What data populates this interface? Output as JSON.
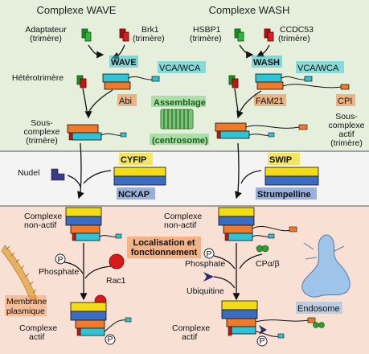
{
  "headers": {
    "wave": "Complexe WAVE",
    "wash": "Complexe WASH"
  },
  "labels": {
    "adaptateur": [
      "Adaptateur",
      "(trimère)"
    ],
    "brk1": [
      "Brk1",
      "(trimère)"
    ],
    "hsbp1": [
      "HSBP1",
      "(trimère)"
    ],
    "ccdc53": [
      "CCDC53",
      "(trimère)"
    ],
    "heterotrimere": "Hétérotrimère",
    "wave": "WAVE",
    "vca_wca_1": "VCA/WCA",
    "abi": "Abi",
    "wash": "WASH",
    "vca_wca_2": "VCA/WCA",
    "fam21": "FAM21",
    "cpi": "CPI",
    "assemblage": "Assemblage",
    "centrosome": "(centrosome)",
    "sous_complexe_left": [
      "Sous-",
      "complexe",
      "(trimère)"
    ],
    "sous_complexe_right": [
      "Sous-",
      "complexe",
      "actif",
      "(trimère)"
    ],
    "nudel": "Nudel",
    "cyfip": "CYFIP",
    "nckap": "NCKAP",
    "swip": "SWIP",
    "strumpelline": "Strumpelline",
    "complexe_nonactif_left": [
      "Complexe",
      "non-actif"
    ],
    "complexe_nonactif_right": [
      "Complexe",
      "non-actif"
    ],
    "localisation": [
      "Localisation et",
      "fonctionnement"
    ],
    "phosphate_left": "Phosphate",
    "phosphate_right": "Phosphate",
    "rac1": "Rac1",
    "cpab": "CPα/β",
    "ubiquitine": "Ubiquitine",
    "membrane": [
      "Membrane",
      "plasmique"
    ],
    "endosome": "Endosome",
    "complexe_actif_left": [
      "Complexe",
      "actif"
    ],
    "complexe_actif_right": [
      "Complexe",
      "actif"
    ],
    "p_symbol": "P"
  },
  "colors": {
    "top_bg": "#e6efdc",
    "mid_bg": "#f5f5f5",
    "bottom_bg": "#f8e0d4",
    "wave_cyan": "#2ec4d6",
    "abi_orange": "#f07a2a",
    "yellow": "#f2dc14",
    "blue": "#3b6cc4",
    "red": "#d91a1a",
    "green": "#2e9e2e",
    "endosome": "#9fc4ea",
    "nudel": "#3a3a8a"
  }
}
